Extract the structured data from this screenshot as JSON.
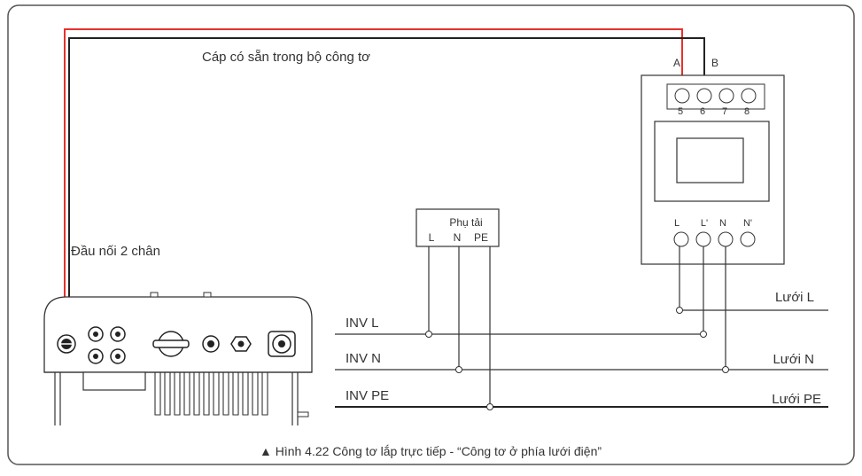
{
  "diagram": {
    "cable_label": "Cáp có sẵn trong bộ công tơ",
    "connector_label": "Đầu nối 2 chân",
    "meter": {
      "terminal_a": "A",
      "terminal_b": "B",
      "top_terminals": [
        "5",
        "6",
        "7",
        "8"
      ],
      "bottom_terminals": [
        "L",
        "L'",
        "N",
        "N'"
      ]
    },
    "load": {
      "title": "Phụ tải",
      "terminals": [
        "L",
        "N",
        "PE"
      ]
    },
    "lines": {
      "inv_l": "INV L",
      "inv_n": "INV N",
      "inv_pe": "INV PE",
      "grid_l": "Lưới L",
      "grid_n": "Lưới N",
      "grid_pe": "Lưới PE"
    },
    "caption": "▲ Hình 4.22 Công tơ lắp trực tiếp - “Công tơ ở phía lưới điện”",
    "colors": {
      "red_wire": "#e8302a",
      "black_wire": "#222222",
      "frame": "#555555"
    }
  }
}
